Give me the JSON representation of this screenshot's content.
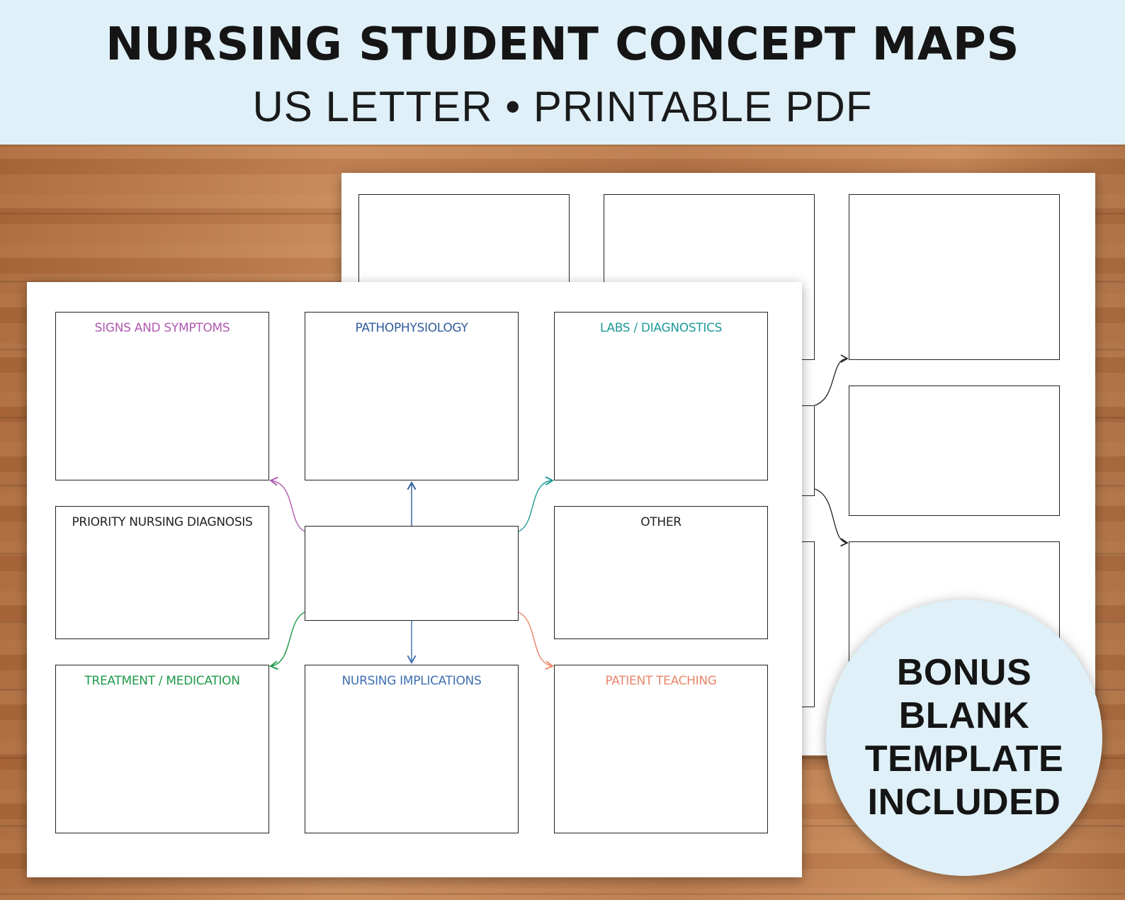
{
  "banner": {
    "title": "NURSING STUDENT CONCEPT MAPS",
    "subtitle": "US LETTER • PRINTABLE PDF"
  },
  "concept_map": {
    "boxes": {
      "signs_symptoms": {
        "label": "SIGNS AND SYMPTOMS",
        "color": "#b05ab0"
      },
      "pathophysiology": {
        "label": "PATHOPHYSIOLOGY",
        "color": "#2f5c9a"
      },
      "labs_diagnostics": {
        "label": "LABS / DIAGNOSTICS",
        "color": "#1f9a9a"
      },
      "priority_diagnosis": {
        "label": "PRIORITY NURSING DIAGNOSIS",
        "color": "#222222"
      },
      "other": {
        "label": "OTHER",
        "color": "#222222"
      },
      "treatment_medication": {
        "label": "TREATMENT / MEDICATION",
        "color": "#1f9a4a"
      },
      "nursing_implications": {
        "label": "NURSING IMPLICATIONS",
        "color": "#3f6fb0"
      },
      "patient_teaching": {
        "label": "PATIENT TEACHING",
        "color": "#e8866a"
      }
    }
  },
  "badge": {
    "lines": [
      "BONUS",
      "BLANK",
      "TEMPLATE",
      "INCLUDED"
    ]
  }
}
